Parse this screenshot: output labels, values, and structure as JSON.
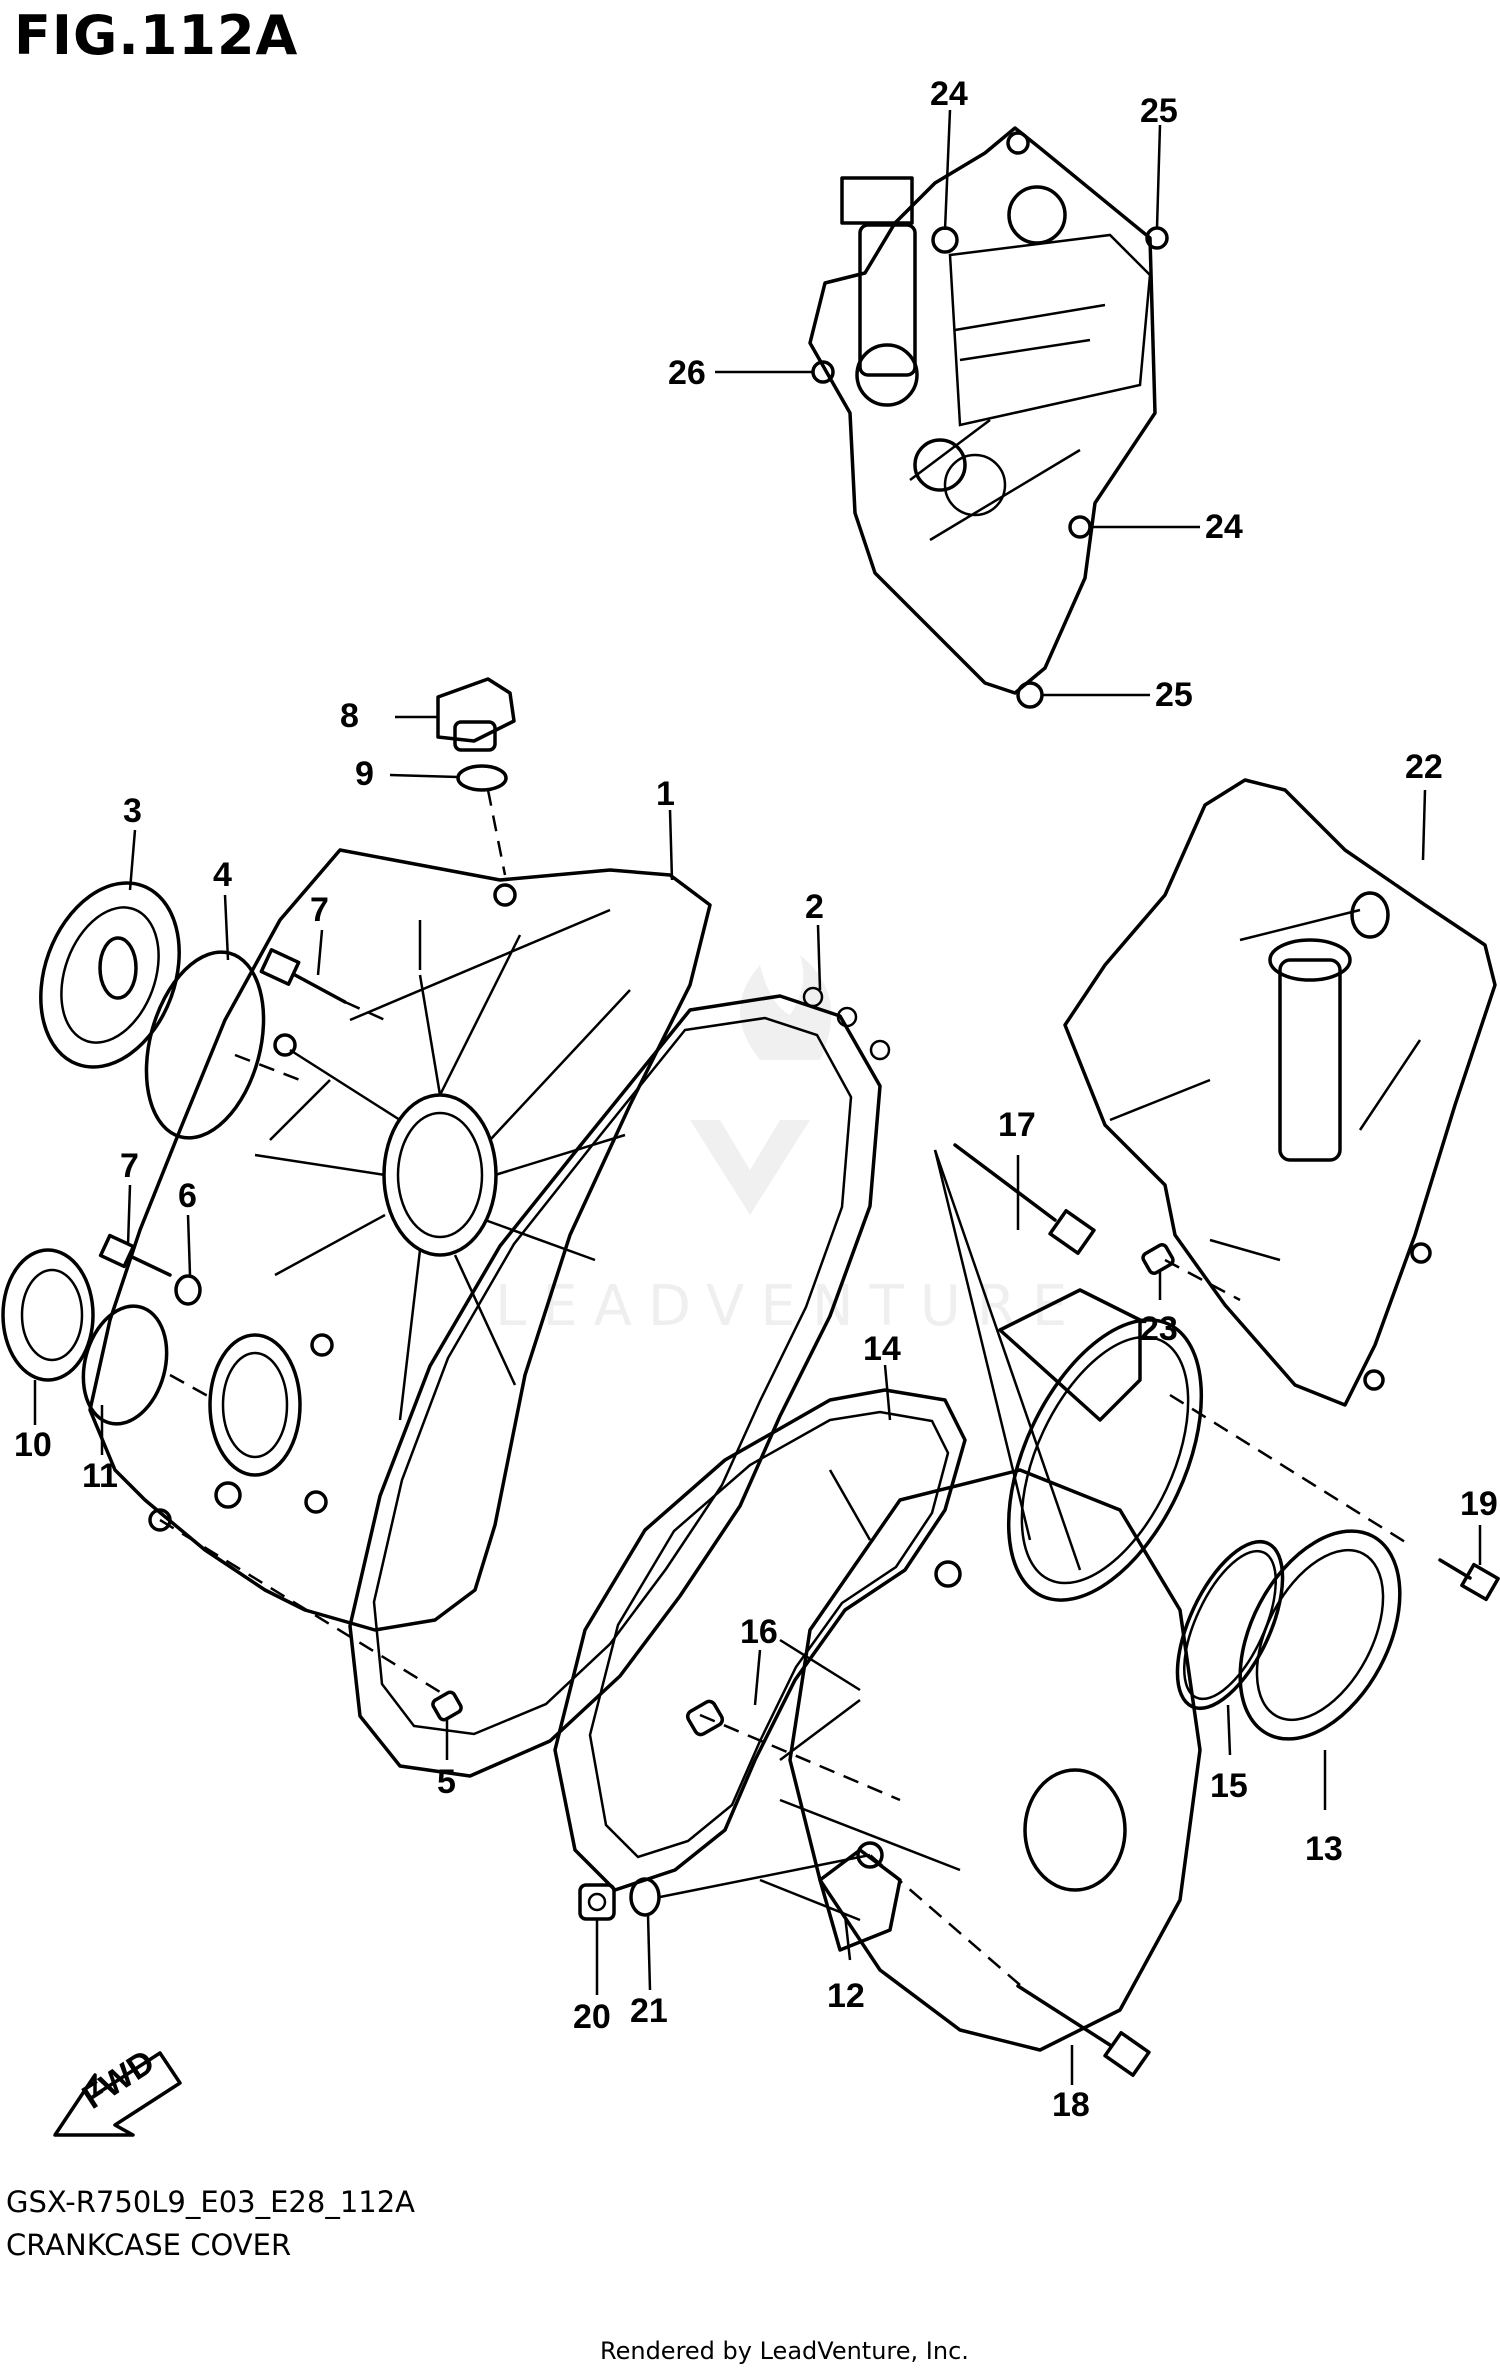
{
  "figure": {
    "title": "FIG.112A"
  },
  "footer": {
    "model_code": "GSX-R750L9_E03_E28_112A",
    "section_name": "CRANKCASE COVER",
    "credit": "Rendered by LeadVenture, Inc."
  },
  "direction_arrow": {
    "label": "FWD"
  },
  "watermark": {
    "text": "LEADVENTURE"
  },
  "callouts": {
    "c1": "1",
    "c2": "2",
    "c3": "3",
    "c4": "4",
    "c5": "5",
    "c6": "6",
    "c7a": "7",
    "c7b": "7",
    "c8": "8",
    "c9": "9",
    "c10": "10",
    "c11": "11",
    "c12": "12",
    "c13": "13",
    "c14": "14",
    "c15": "15",
    "c16": "16",
    "c17": "17",
    "c18": "18",
    "c19": "19",
    "c20": "20",
    "c21": "21",
    "c22": "22",
    "c23": "23",
    "c24a": "24",
    "c24b": "24",
    "c25a": "25",
    "c25b": "25",
    "c26": "26"
  }
}
